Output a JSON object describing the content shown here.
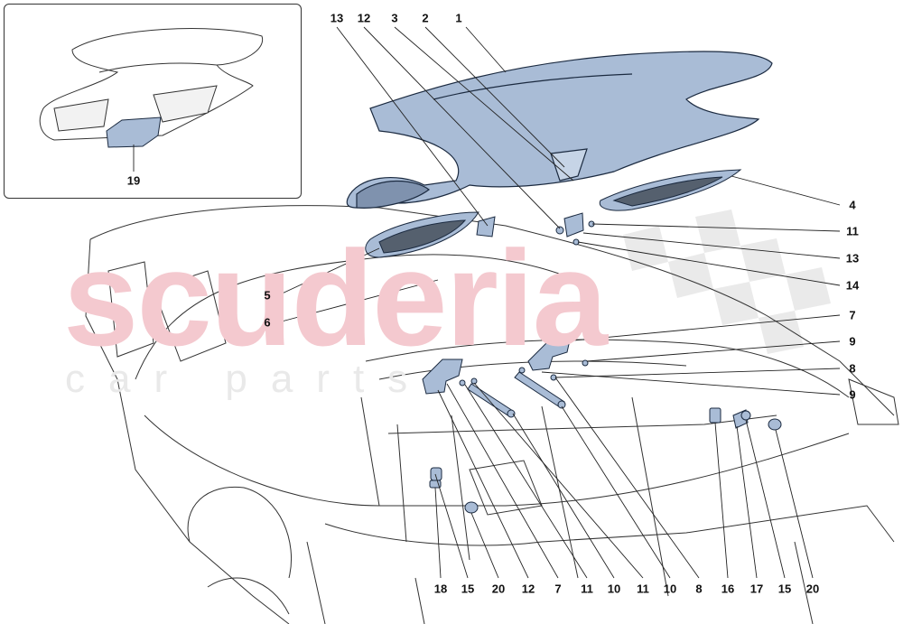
{
  "watermark": {
    "main": "scuderia",
    "sub": "car parts"
  },
  "inset_label": "19",
  "callouts": [
    {
      "id": "c13a",
      "text": "13"
    },
    {
      "id": "c12a",
      "text": "12"
    },
    {
      "id": "c3",
      "text": "3"
    },
    {
      "id": "c2",
      "text": "2"
    },
    {
      "id": "c1",
      "text": "1"
    },
    {
      "id": "c4",
      "text": "4"
    },
    {
      "id": "c11a",
      "text": "11"
    },
    {
      "id": "c13b",
      "text": "13"
    },
    {
      "id": "c14",
      "text": "14"
    },
    {
      "id": "c5",
      "text": "5"
    },
    {
      "id": "c6",
      "text": "6"
    },
    {
      "id": "c7a",
      "text": "7"
    },
    {
      "id": "c9a",
      "text": "9"
    },
    {
      "id": "c8a",
      "text": "8"
    },
    {
      "id": "c9b",
      "text": "9"
    },
    {
      "id": "b18",
      "text": "18"
    },
    {
      "id": "b15a",
      "text": "15"
    },
    {
      "id": "b20a",
      "text": "20"
    },
    {
      "id": "b12",
      "text": "12"
    },
    {
      "id": "b7",
      "text": "7"
    },
    {
      "id": "b11a",
      "text": "11"
    },
    {
      "id": "b10a",
      "text": "10"
    },
    {
      "id": "b11b",
      "text": "11"
    },
    {
      "id": "b10b",
      "text": "10"
    },
    {
      "id": "b8",
      "text": "8"
    },
    {
      "id": "b16",
      "text": "16"
    },
    {
      "id": "b17",
      "text": "17"
    },
    {
      "id": "b15b",
      "text": "15"
    },
    {
      "id": "b20b",
      "text": "20"
    }
  ],
  "colors": {
    "part_fill": "#a9bcd6",
    "part_stroke": "#1b2a40",
    "line": "#222222",
    "watermark_red": "#f4c9cf",
    "checker": "#e6e6e6"
  }
}
